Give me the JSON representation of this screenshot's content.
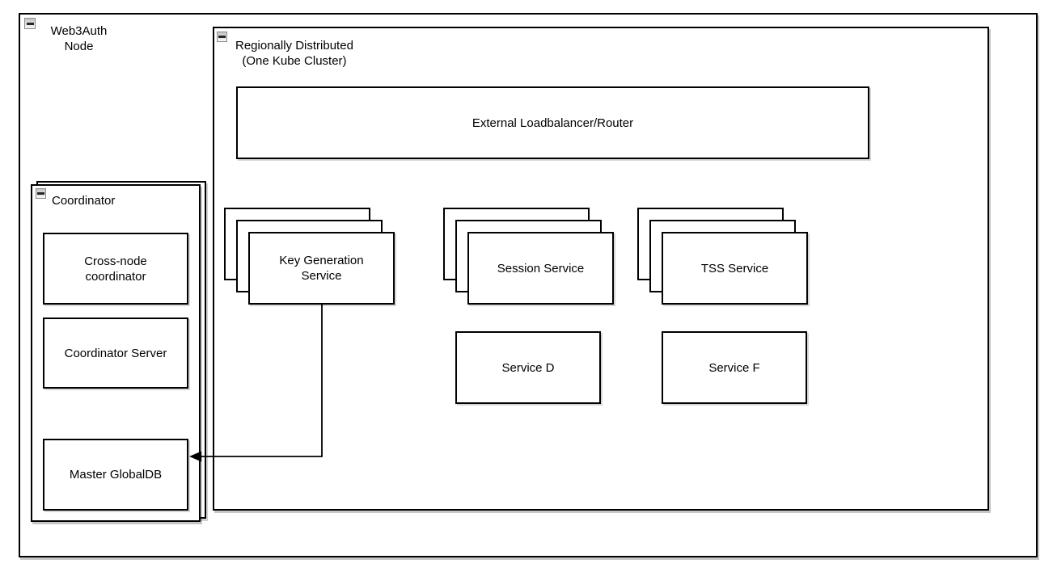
{
  "diagram_type": "architecture-diagram",
  "containers": {
    "web3auth_node": {
      "label": [
        "Web3Auth",
        "Node"
      ]
    },
    "regionally_distributed": {
      "label": [
        "Regionally Distributed",
        "(One Kube Cluster)"
      ]
    },
    "coordinator": {
      "label": "Coordinator"
    }
  },
  "nodes": {
    "loadbalancer": {
      "label": "External Loadbalancer/Router"
    },
    "key_generation": {
      "lines": [
        "Key Generation",
        "Service"
      ],
      "replicas_shown": 3
    },
    "session": {
      "lines": [
        "Session Service"
      ],
      "replicas_shown": 3
    },
    "tss": {
      "lines": [
        "TSS Service"
      ],
      "replicas_shown": 3
    },
    "service_d": {
      "lines": [
        "Service D"
      ]
    },
    "service_f": {
      "lines": [
        "Service F"
      ]
    },
    "cross_node": {
      "lines": [
        "Cross-node",
        "coordinator"
      ]
    },
    "coordinator_server": {
      "lines": [
        "Coordinator Server"
      ]
    },
    "master_globaldb": {
      "lines": [
        "Master GlobalDB"
      ]
    }
  },
  "icons": {
    "collapse": "minus-icon"
  },
  "edges": [
    {
      "from": "Key Generation Service",
      "to": "Master GlobalDB",
      "style": "orthogonal",
      "arrowhead": "filled-triangle"
    }
  ],
  "colors": {
    "border": "#000000",
    "background": "#ffffff",
    "shadow": "#c8c8c8"
  }
}
